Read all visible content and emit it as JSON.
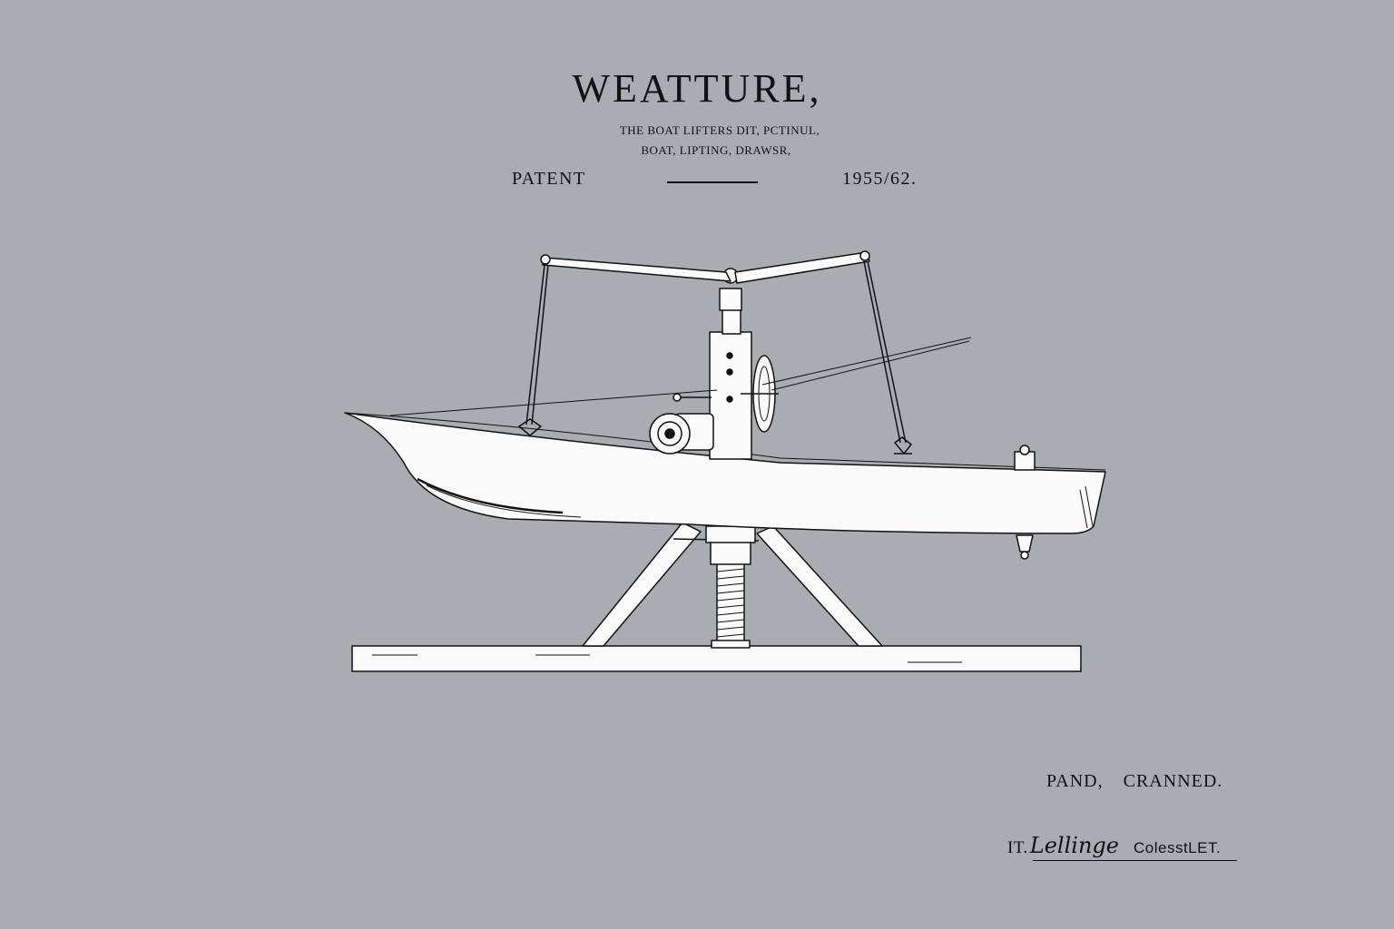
{
  "header": {
    "title": "WEATTURE,",
    "subtitle_line1": "THE BOAT LIFTERS DIT, PCTINUL,",
    "subtitle_line2": "BOAT, LIPTING, DRAWSR,",
    "patent_label": "PATENT",
    "patent_number": "1955/62."
  },
  "footer": {
    "names_left": "PAND,",
    "names_right": "CRANNED.",
    "signature_prefix": "IT.",
    "signature": "Lellinge",
    "signature_name": "ColesstLET."
  },
  "colors": {
    "background": "#a9adb1",
    "ink": "#111111",
    "paper_white": "#fafafa"
  }
}
